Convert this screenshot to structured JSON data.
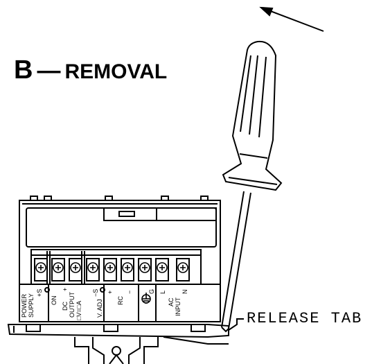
{
  "heading": {
    "letter": "B",
    "dash": "—",
    "word": "REMOVAL"
  },
  "callout": "RELEASE TAB",
  "terminal_labels": {
    "power_supply_1": "POWER",
    "power_supply_2": "SUPPLY",
    "plus_s": "+S",
    "on": "ON",
    "dc": "DC",
    "output": "OUTPUT",
    "v_a": "□V=□A",
    "minus_s": "−S",
    "v_adj": "V. ADJ",
    "rc": "RC",
    "g": "G",
    "ac": "AC",
    "input": "INPUT",
    "l": "L",
    "n": "N",
    "plus": "+",
    "minus": "−"
  },
  "icons": [
    "arrow-icon",
    "screwdriver-icon",
    "ground-icon",
    "screw-terminal-icon"
  ]
}
